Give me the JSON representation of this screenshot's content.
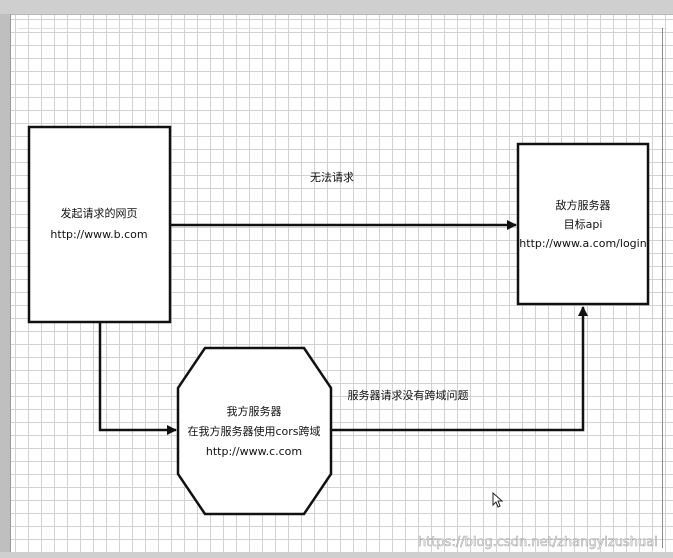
{
  "nodes": {
    "client_page": {
      "lines": [
        "发起请求的网页",
        "http://www.b.com"
      ]
    },
    "enemy_server": {
      "lines": [
        "敌方服务器",
        "目标api",
        "http://www.a.com/login"
      ]
    },
    "our_server": {
      "lines": [
        "我方服务器",
        "在我方服务器使用cors跨域",
        "http://www.c.com"
      ]
    }
  },
  "edges": {
    "direct_request": {
      "label": "无法请求"
    },
    "server_request": {
      "label": "服务器请求没有跨域问题"
    }
  },
  "watermark": {
    "text": "https://blog.csdn.net/zhangyizushuai"
  },
  "colors": {
    "grid": "#d2d2d2",
    "stroke": "#111111",
    "canvas": "#ffffff"
  }
}
